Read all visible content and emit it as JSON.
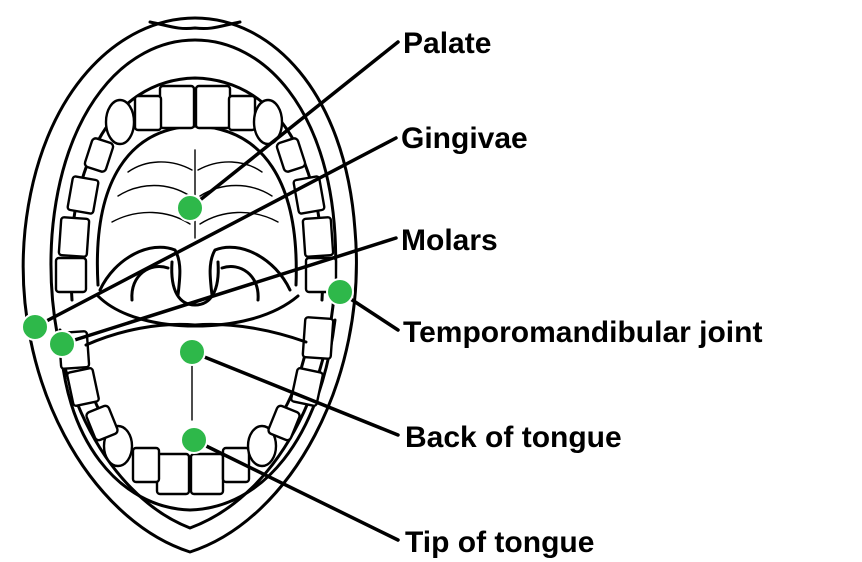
{
  "diagram": {
    "marker_color": "#2eb84a",
    "labels": [
      {
        "id": "palate",
        "text": "Palate"
      },
      {
        "id": "gingivae",
        "text": "Gingivae"
      },
      {
        "id": "molars",
        "text": "Molars"
      },
      {
        "id": "temporomandibular-joint",
        "text": "Temporomandibular joint"
      },
      {
        "id": "back-of-tongue",
        "text": "Back of tongue"
      },
      {
        "id": "tip-of-tongue",
        "text": "Tip of tongue"
      }
    ]
  }
}
